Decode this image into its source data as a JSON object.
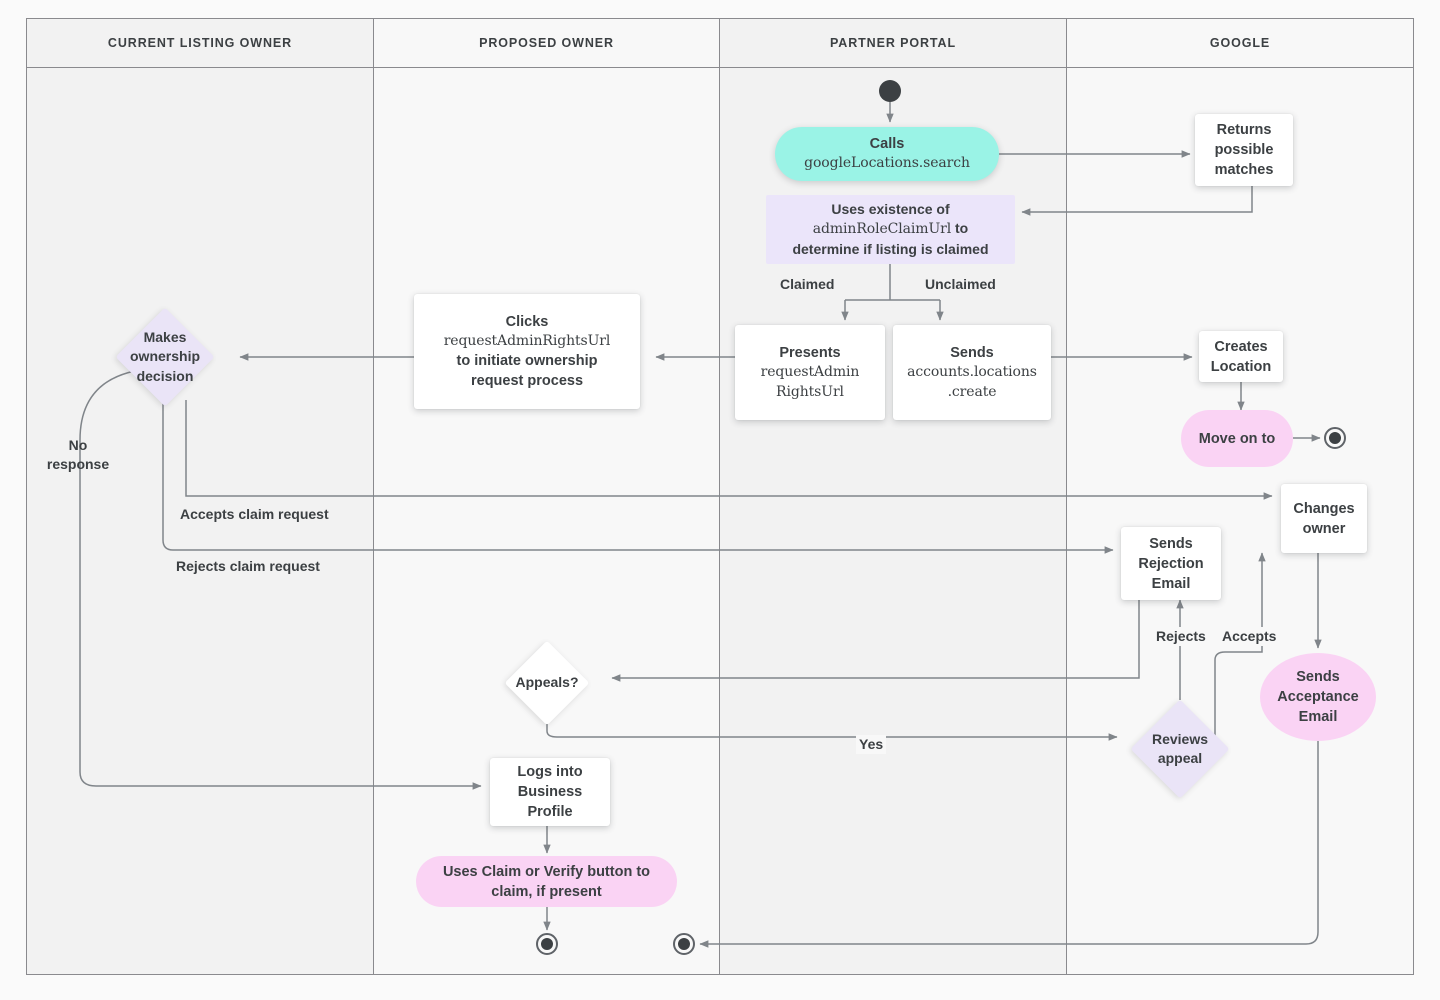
{
  "diagram": {
    "title": "Business Profile listing ownership transfer flow",
    "type": "swimlane-flowchart",
    "colors": {
      "canvas_bg": "#FAFAFA",
      "lane_border": "#8A8A8E",
      "lane_bg_shaded": "#F2F2F2",
      "lane_bg_light": "#F8F8F8",
      "edge_stroke": "#80858A",
      "text": "#3C4043",
      "accent_cyan": "#9AF3E6",
      "accent_pink": "#FAD3F4",
      "accent_lavender": "#EAE4F7",
      "node_white": "#FFFFFF",
      "terminal_dark": "#3C4043"
    }
  },
  "lanes": [
    {
      "id": "current-listing-owner",
      "label": "CURRENT LISTING OWNER"
    },
    {
      "id": "proposed-owner",
      "label": "PROPOSED OWNER"
    },
    {
      "id": "partner-portal",
      "label": "PARTNER PORTAL"
    },
    {
      "id": "google",
      "label": "GOOGLE"
    }
  ],
  "nodes": {
    "start": {
      "shape": "start-node",
      "label": ""
    },
    "calls_search": {
      "shape": "pill-cyan",
      "line1": "Calls",
      "line2": "googleLocations.search"
    },
    "returns_matches": {
      "shape": "box",
      "label": "Returns possible matches"
    },
    "uses_existence": {
      "shape": "rect-lavender",
      "line1": "Uses existence of",
      "line2": "adminRoleClaimUrl",
      "line2_suffix": " to",
      "line3": "determine if listing is claimed"
    },
    "presents_url": {
      "shape": "box",
      "line1": "Presents",
      "line2": "requestAdmin",
      "line3": "RightsUrl"
    },
    "sends_create": {
      "shape": "box",
      "line1": "Sends",
      "line2": "accounts.locations",
      "line3": ".create"
    },
    "creates_location": {
      "shape": "box",
      "label": "Creates Location"
    },
    "move_on_to": {
      "shape": "pill-pink",
      "label": "Move on to"
    },
    "end_google_top": {
      "shape": "end-node",
      "label": ""
    },
    "clicks_request": {
      "shape": "box",
      "line1": "Clicks",
      "line2": "requestAdminRightsUrl",
      "line3": "to initiate ownership",
      "line4": "request process"
    },
    "makes_decision": {
      "shape": "diamond",
      "label": "Makes ownership decision"
    },
    "changes_owner": {
      "shape": "box",
      "label": "Changes owner"
    },
    "sends_rejection": {
      "shape": "box",
      "label": "Sends Rejection Email"
    },
    "sends_acceptance": {
      "shape": "pill-pink",
      "label": "Sends Acceptance Email"
    },
    "reviews_appeal": {
      "shape": "diamond",
      "label": "Reviews appeal"
    },
    "appeals": {
      "shape": "diamond",
      "label": "Appeals?"
    },
    "logs_into": {
      "shape": "box",
      "label": "Logs into Business Profile"
    },
    "uses_claim_verify": {
      "shape": "pill-pink",
      "label": "Uses Claim or Verify button to claim, if present"
    },
    "end_proposed": {
      "shape": "end-node",
      "label": ""
    },
    "end_partner": {
      "shape": "end-node",
      "label": ""
    }
  },
  "edge_labels": {
    "claimed": "Claimed",
    "unclaimed": "Unclaimed",
    "no_response": "No response",
    "accepts_claim": "Accepts claim request",
    "rejects_claim": "Rejects claim request",
    "rejects": "Rejects",
    "accepts": "Accepts",
    "yes": "Yes"
  }
}
